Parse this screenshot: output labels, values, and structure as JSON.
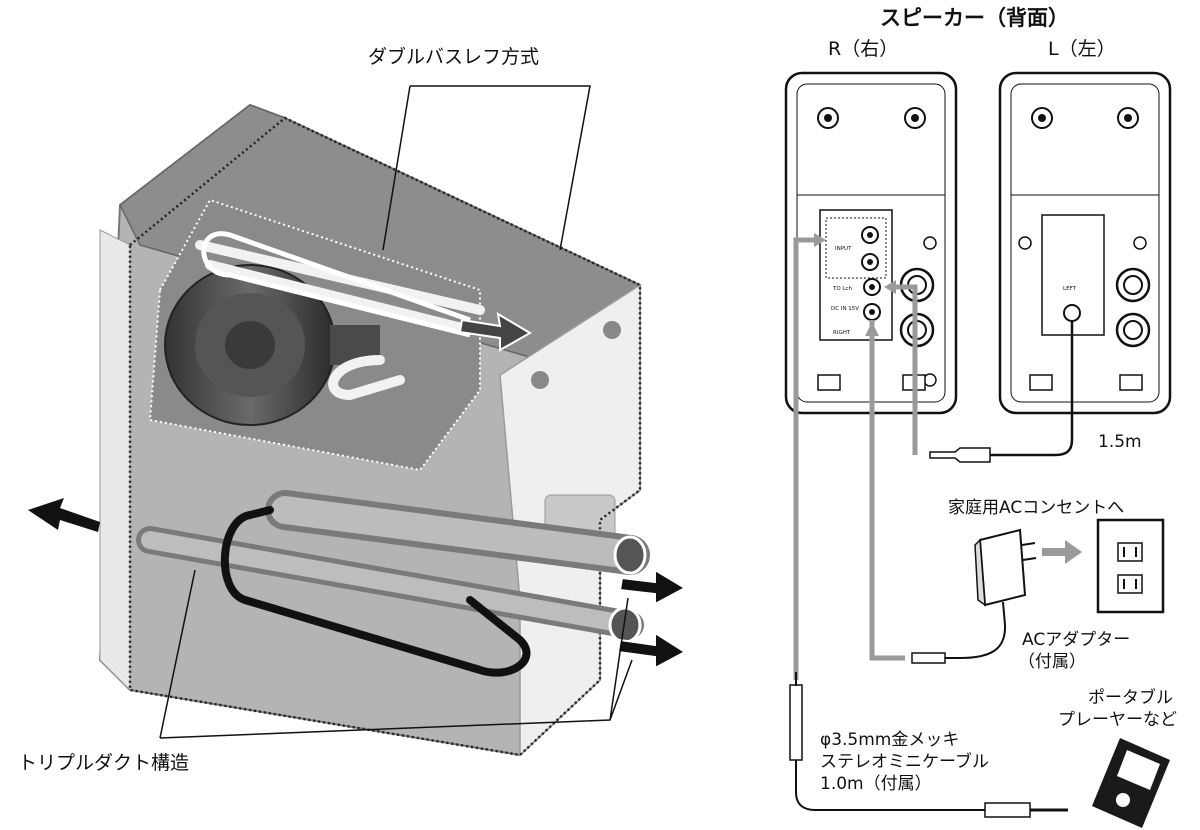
{
  "cutaway": {
    "label_top": "ダブルバスレフ方式",
    "label_bottom": "トリプルダクト構造"
  },
  "back_view": {
    "title": "スピーカー（背面）",
    "right_label": "R（右）",
    "left_label": "L（左）",
    "panel": {
      "input": "INPUT",
      "to_lch": "TO Lch",
      "dc_in": "DC IN 15V",
      "right": "RIGHT",
      "left": "LEFT"
    },
    "cable_length": "1.5m",
    "outlet_label": "家庭用ACコンセントへ",
    "adapter_label": [
      "ACアダプター",
      "（付属）"
    ],
    "player_label": [
      "ポータブル",
      "プレーヤーなど"
    ],
    "cable_label": [
      "φ3.5mm金メッキ",
      "ステレオミニケーブル",
      "1.0m（付属）"
    ]
  }
}
